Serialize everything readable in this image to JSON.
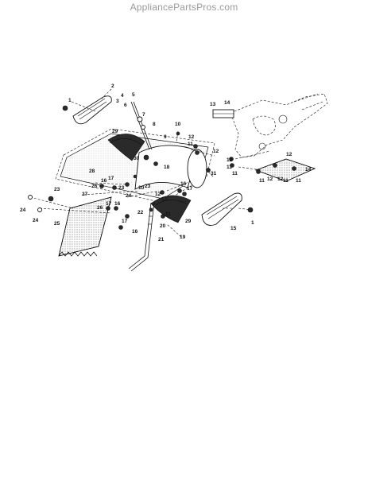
{
  "header": {
    "watermark": "AppliancePartsPros.com"
  },
  "callouts": [
    "1",
    "2",
    "3",
    "4",
    "5",
    "6",
    "7",
    "8",
    "29",
    "9",
    "10",
    "13",
    "14",
    "12",
    "11",
    "12",
    "11",
    "12",
    "11",
    "31",
    "18",
    "30",
    "28",
    "26",
    "16",
    "17",
    "23",
    "10",
    "24",
    "12",
    "16",
    "17",
    "23",
    "22",
    "11",
    "20",
    "29",
    "19",
    "21",
    "15",
    "1",
    "27",
    "26",
    "17",
    "16",
    "23",
    "24",
    "24",
    "25",
    "17",
    "16",
    "11",
    "12",
    "11",
    "12",
    "11",
    "12",
    "14"
  ]
}
